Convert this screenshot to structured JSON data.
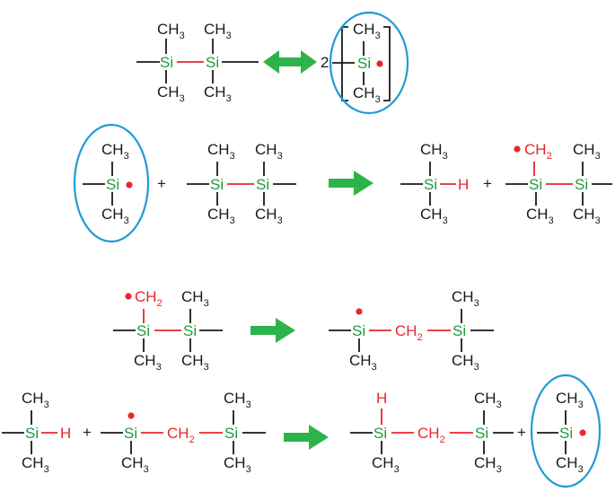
{
  "labels": {
    "si": "Si",
    "ch": "CH",
    "three": "3",
    "two": "2",
    "h": "H",
    "plus": "+",
    "coef": "2"
  },
  "colors": {
    "silicon": "#1e9b3c",
    "reactive": "#e8262a",
    "bond": "#1a1a1a",
    "highlight_circle": "#1f9bd7",
    "arrow": "#2db34a"
  },
  "icons": {
    "equilibrium": "double-headed-arrow-icon",
    "reaction": "right-arrow-icon",
    "radical": "radical-dot-icon"
  }
}
